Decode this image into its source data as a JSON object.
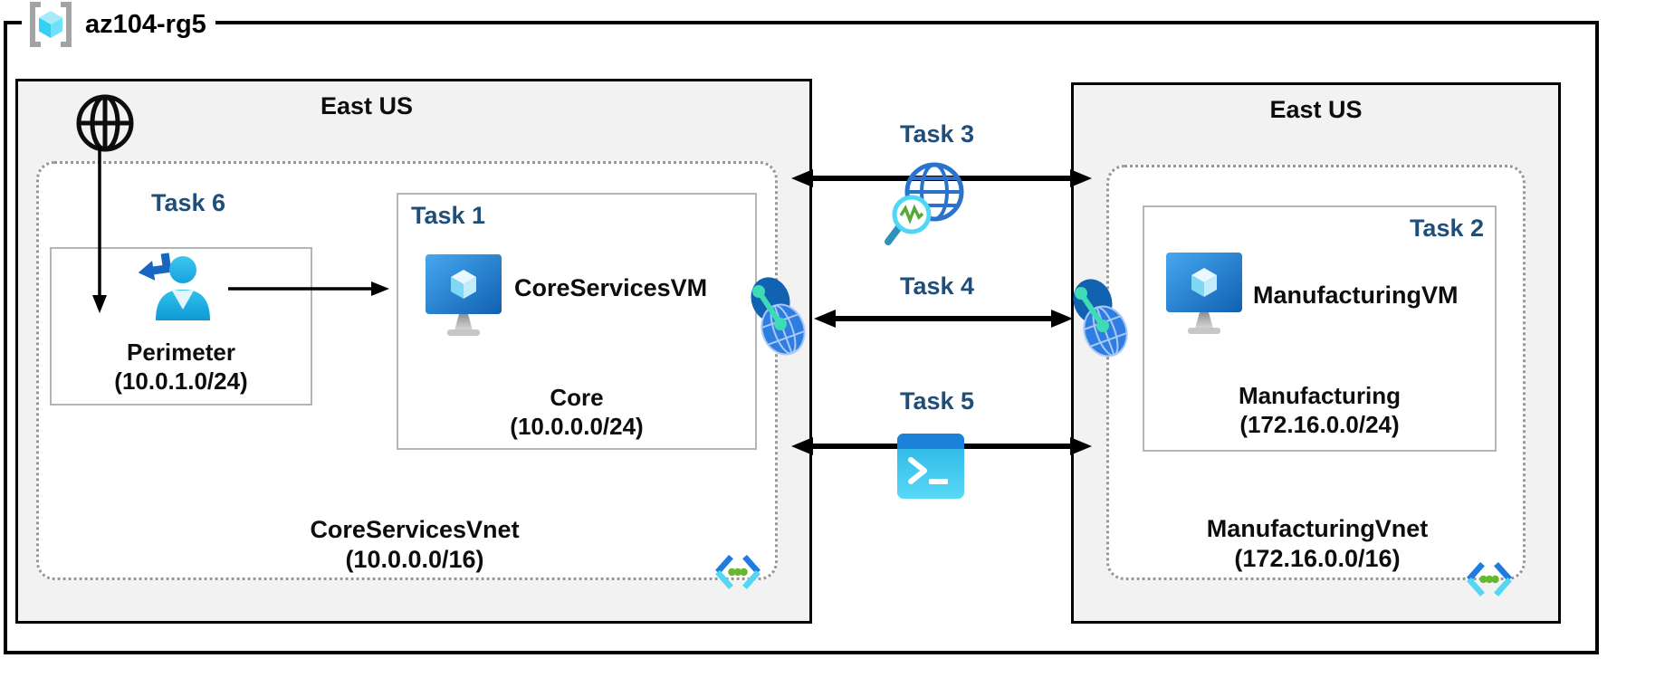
{
  "resource_group": {
    "name": "az104-rg5"
  },
  "regions": {
    "left": {
      "label": "East US",
      "vnet": {
        "name": "CoreServicesVnet",
        "cidr": "(10.0.0.0/16)"
      },
      "subnets": {
        "perimeter": {
          "task": "Task 6",
          "name": "Perimeter",
          "cidr": "(10.0.1.0/24)"
        },
        "core": {
          "task": "Task 1",
          "vm_name": "CoreServicesVM",
          "name": "Core",
          "cidr": "(10.0.0.0/24)"
        }
      }
    },
    "right": {
      "label": "East US",
      "vnet": {
        "name": "ManufacturingVnet",
        "cidr": "(172.16.0.0/16)"
      },
      "subnets": {
        "manufacturing": {
          "task": "Task 2",
          "vm_name": "ManufacturingVM",
          "name": "Manufacturing",
          "cidr": "(172.16.0.0/24)"
        }
      }
    }
  },
  "connections": [
    {
      "label": "Task 3",
      "icon": "network-watcher-icon"
    },
    {
      "label": "Task 4",
      "icon": "vnet-peering-icon"
    },
    {
      "label": "Task 5",
      "icon": "cloud-shell-icon"
    }
  ],
  "colors": {
    "task_label": "#1F4E79",
    "region_fill": "#F2F2F2",
    "region_border": "#000000",
    "vnet_border": "#979797",
    "subnet_border": "#B5B5B5",
    "arrow": "#000000",
    "azure_monitor_blue": "#1262B4",
    "azure_cube_cyan": "#50E6FF",
    "peering_teal": "#3DDCB4",
    "vnet_icon_green": "#66B82F"
  }
}
